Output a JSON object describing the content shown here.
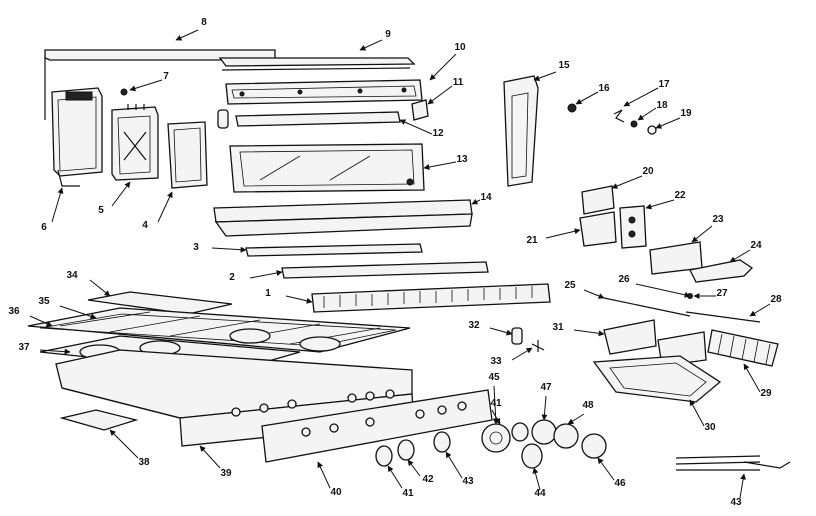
{
  "callouts": [
    "1",
    "2",
    "3",
    "4",
    "5",
    "6",
    "7",
    "8",
    "9",
    "10",
    "11",
    "12",
    "13",
    "14",
    "15",
    "16",
    "17",
    "18",
    "19",
    "20",
    "21",
    "22",
    "23",
    "24",
    "25",
    "26",
    "27",
    "28",
    "29",
    "30",
    "31",
    "32",
    "33",
    "34",
    "35",
    "36",
    "37",
    "38",
    "39",
    "40",
    "41",
    "41",
    "42",
    "43",
    "43",
    "44",
    "45",
    "46",
    "47",
    "48"
  ],
  "colors": {
    "ink": "#111111",
    "paper": "#ffffff"
  }
}
